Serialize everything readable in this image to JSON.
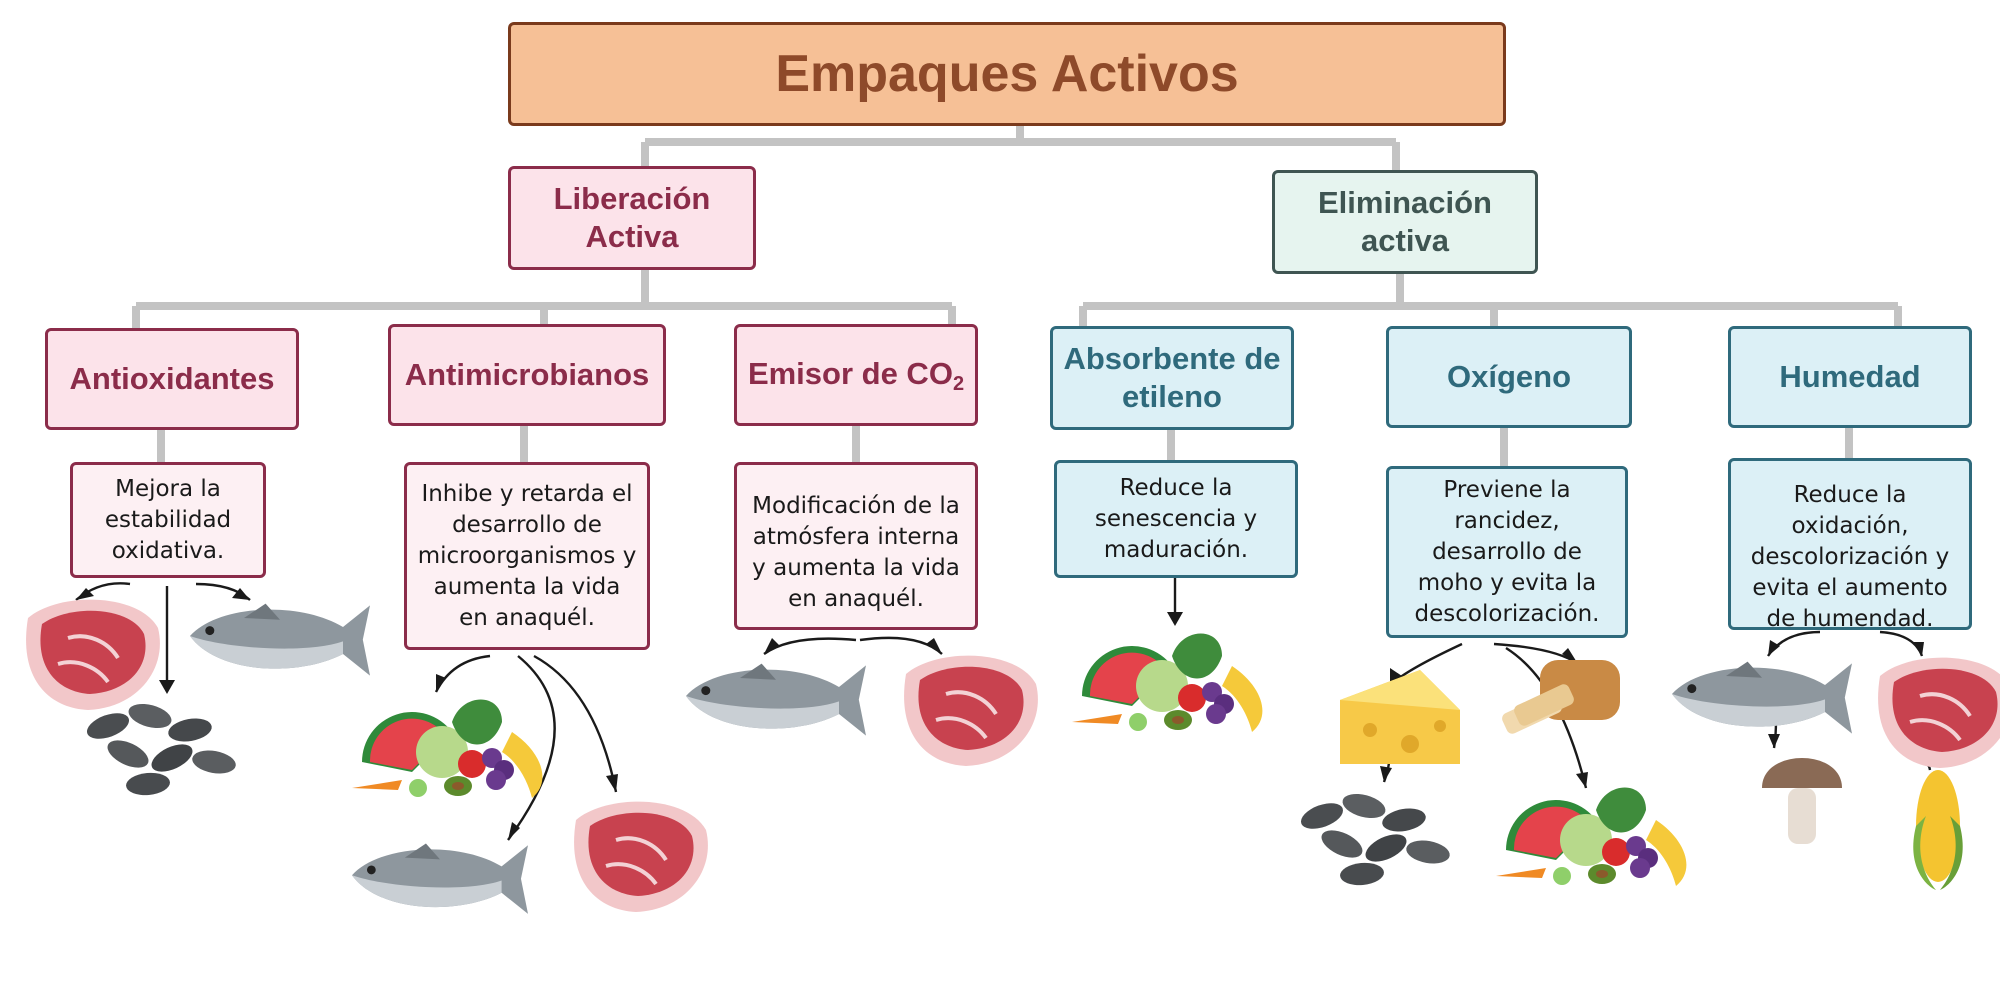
{
  "title": "Empaques Activos",
  "branches": {
    "liberacion": {
      "label": "Liberación Activa",
      "children": {
        "antioxidantes": {
          "label": "Antioxidantes",
          "desc": "Mejora  la estabilidad oxidativa."
        },
        "antimicrobianos": {
          "label": "Antimicrobianos",
          "desc": "Inhibe y retarda el desarrollo de microorganismos y aumenta la vida en anaquél."
        },
        "emisor": {
          "label": "Emisor de CO",
          "label_sub": "2",
          "desc": "Modificación de la atmósfera interna y aumenta la vida en anaquél."
        }
      }
    },
    "eliminacion": {
      "label": "Eliminación activa",
      "children": {
        "etileno": {
          "label": "Absorbente de etileno",
          "desc": "Reduce la senescencia y maduración."
        },
        "oxigeno": {
          "label": "Oxígeno",
          "desc": "Previene la rancidez, desarrollo de moho y evita la descolorización."
        },
        "humedad": {
          "label": "Humedad",
          "desc": "Reduce la oxidación, descolorización y evita el aumento de humendad."
        }
      }
    }
  },
  "illustrations": {
    "antioxidantes": [
      "meat-icon",
      "seeds-icon",
      "fish-icon"
    ],
    "antimicrobianos": [
      "produce-icon",
      "fish-icon",
      "meat-icon"
    ],
    "emisor": [
      "fish-icon",
      "meat-icon"
    ],
    "etileno": [
      "produce-icon"
    ],
    "oxigeno": [
      "cheese-icon",
      "bread-icon",
      "seeds-icon",
      "produce-icon"
    ],
    "humedad": [
      "fish-icon",
      "meat-icon",
      "mushroom-icon",
      "corn-icon"
    ]
  },
  "colors": {
    "title_fill": "#f6c096",
    "title_text": "#8e4a2a",
    "liberacion_accent": "#8b2c4a",
    "eliminacion_accent": "#2f6a7c",
    "connector": "#c3c3c3"
  }
}
